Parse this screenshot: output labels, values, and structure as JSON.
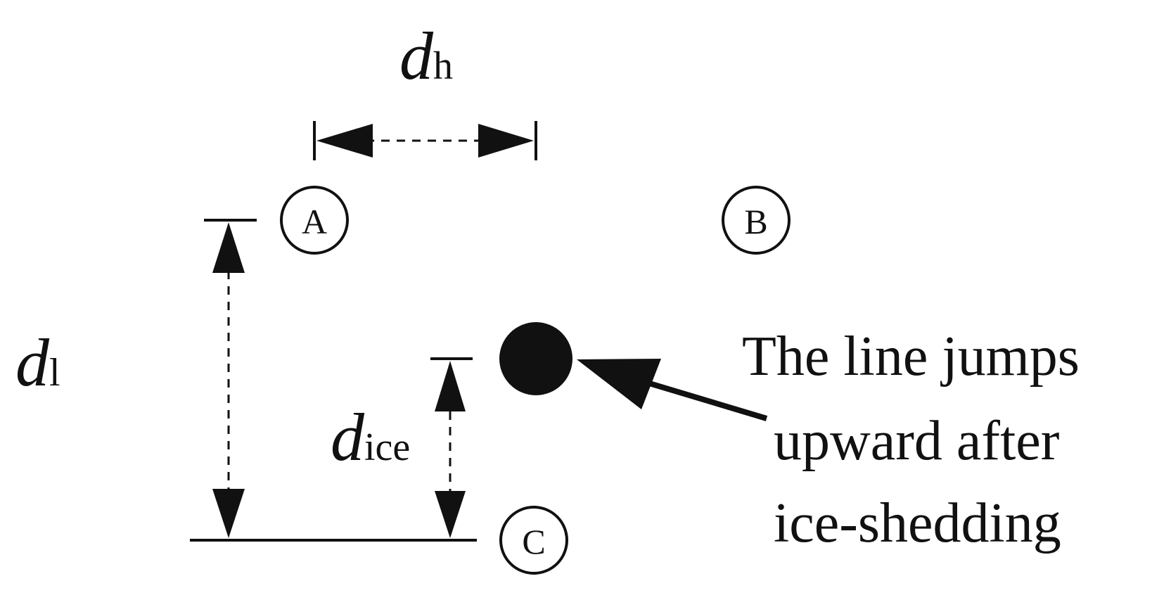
{
  "labels": {
    "dh": {
      "main": "d",
      "sub": "h"
    },
    "dl": {
      "main": "d",
      "sub": "l"
    },
    "dice": {
      "main": "d",
      "sub": "ice"
    }
  },
  "conductors": {
    "a": "A",
    "b": "B",
    "c": "C"
  },
  "annotation": {
    "lines": [
      "The line jumps",
      "upward after",
      "ice-shedding"
    ]
  },
  "colors": {
    "ink": "#111111",
    "background": "#ffffff"
  }
}
